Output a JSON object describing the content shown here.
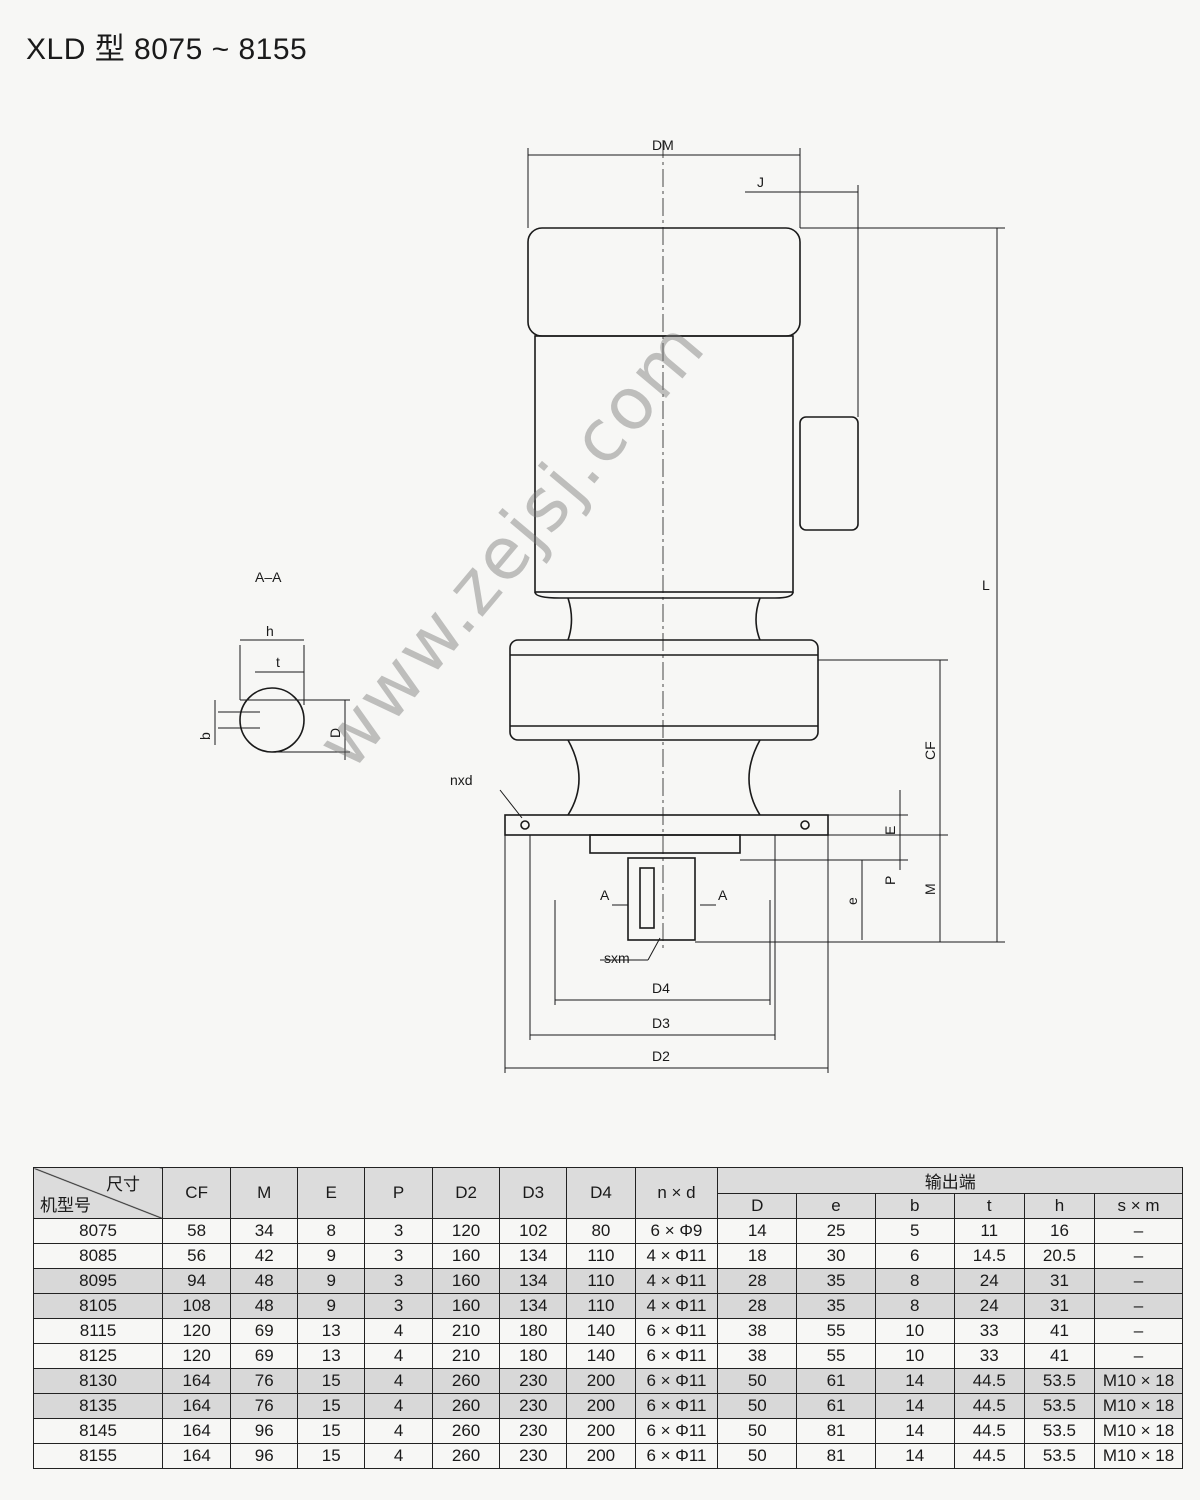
{
  "title": "XLD 型 8075 ~ 8155",
  "drawing": {
    "section_label": "A–A",
    "labels": {
      "DM": "DM",
      "J": "J",
      "L": "L",
      "CF": "CF",
      "E": "E",
      "P": "P",
      "M": "M",
      "e": "e",
      "D4": "D4",
      "D3": "D3",
      "D2": "D2",
      "nxd": "nxd",
      "sxm": "sxm",
      "A_left": "A",
      "A_right": "A",
      "h": "h",
      "t": "t",
      "b": "b",
      "D": "D"
    }
  },
  "watermark": "www.zejsj.com",
  "table": {
    "corner_top": "尺寸",
    "corner_bottom": "机型号",
    "headers": [
      "CF",
      "M",
      "E",
      "P",
      "D2",
      "D3",
      "D4",
      "n × d"
    ],
    "output_group": "输出端",
    "output_headers": [
      "D",
      "e",
      "b",
      "t",
      "h",
      "s × m"
    ],
    "rows": [
      [
        "8075",
        "58",
        "34",
        "8",
        "3",
        "120",
        "102",
        "80",
        "6 × Φ9",
        "14",
        "25",
        "5",
        "11",
        "16",
        "–"
      ],
      [
        "8085",
        "56",
        "42",
        "9",
        "3",
        "160",
        "134",
        "110",
        "4 × Φ11",
        "18",
        "30",
        "6",
        "14.5",
        "20.5",
        "–"
      ],
      [
        "8095",
        "94",
        "48",
        "9",
        "3",
        "160",
        "134",
        "110",
        "4 × Φ11",
        "28",
        "35",
        "8",
        "24",
        "31",
        "–"
      ],
      [
        "8105",
        "108",
        "48",
        "9",
        "3",
        "160",
        "134",
        "110",
        "4 × Φ11",
        "28",
        "35",
        "8",
        "24",
        "31",
        "–"
      ],
      [
        "8115",
        "120",
        "69",
        "13",
        "4",
        "210",
        "180",
        "140",
        "6 × Φ11",
        "38",
        "55",
        "10",
        "33",
        "41",
        "–"
      ],
      [
        "8125",
        "120",
        "69",
        "13",
        "4",
        "210",
        "180",
        "140",
        "6 × Φ11",
        "38",
        "55",
        "10",
        "33",
        "41",
        "–"
      ],
      [
        "8130",
        "164",
        "76",
        "15",
        "4",
        "260",
        "230",
        "200",
        "6 × Φ11",
        "50",
        "61",
        "14",
        "44.5",
        "53.5",
        "M10 × 18"
      ],
      [
        "8135",
        "164",
        "76",
        "15",
        "4",
        "260",
        "230",
        "200",
        "6 × Φ11",
        "50",
        "61",
        "14",
        "44.5",
        "53.5",
        "M10 × 18"
      ],
      [
        "8145",
        "164",
        "96",
        "15",
        "4",
        "260",
        "230",
        "200",
        "6 × Φ11",
        "50",
        "81",
        "14",
        "44.5",
        "53.5",
        "M10 × 18"
      ],
      [
        "8155",
        "164",
        "96",
        "15",
        "4",
        "260",
        "230",
        "200",
        "6 × Φ11",
        "50",
        "81",
        "14",
        "44.5",
        "53.5",
        "M10 × 18"
      ]
    ],
    "shaded_rows": [
      2,
      3,
      6,
      7
    ]
  }
}
